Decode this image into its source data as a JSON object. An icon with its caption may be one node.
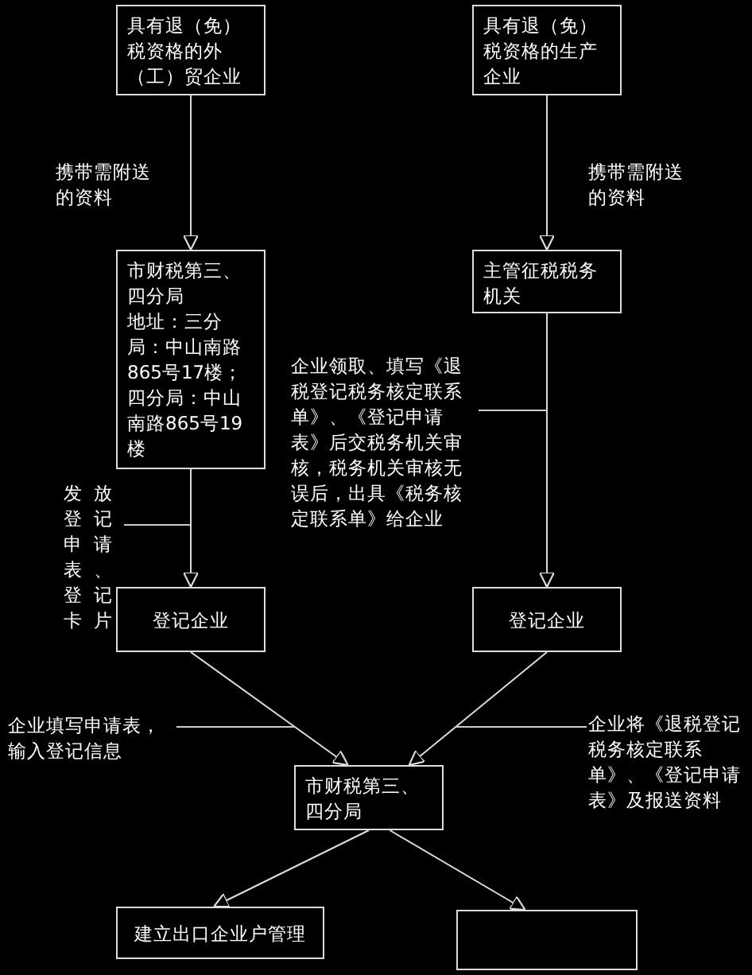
{
  "diagram": {
    "nodes": [
      {
        "text": [
          "具有退（免）税资格的外（工）贸企业"
        ]
      },
      {
        "text": [
          "具有退（免）税资格的生产企业"
        ]
      },
      {
        "text": [
          "市财税第三、四分局",
          "地址：三分局：中山南路865号17楼；四分局：中山南路865号19楼"
        ]
      },
      {
        "text": [
          "主管征税税务机关"
        ]
      },
      {
        "text": [
          "登记企业"
        ]
      },
      {
        "text": [
          "登记企业"
        ]
      },
      {
        "text": [
          "市财税第三、四分局"
        ]
      },
      {
        "text": [
          "建立出口企业户管理"
        ]
      },
      {
        "text": [],
        "shape": "box"
      }
    ],
    "edges": [
      {
        "from": 0,
        "to": 2,
        "arrow": "to",
        "label": "携带需附送的资料"
      },
      {
        "from": 1,
        "to": 3,
        "arrow": "to",
        "label": "携带需附送的资料"
      },
      {
        "from": 2,
        "to": 4,
        "arrow": "to",
        "label": "发放登记申请表、登记卡片"
      },
      {
        "from": 3,
        "to": 5,
        "arrow": "to",
        "label": "企业领取、填写《退税登记税务核定联系单》、《登记申请表》后交税务机关审核，税务机关审核无误后，出具《税务核定联系单》给企业"
      },
      {
        "from": 4,
        "to": 6,
        "arrow": "to",
        "label": "企业填写申请表，输入登记信息"
      },
      {
        "from": 5,
        "to": 6,
        "arrow": "to",
        "label": "企业将《退税登记税务核定联系单》、《登记申请表》及报送资料"
      },
      {
        "from": 6,
        "to": 7,
        "arrow": "to"
      },
      {
        "from": 6,
        "to": 8,
        "arrow": "to"
      }
    ]
  }
}
